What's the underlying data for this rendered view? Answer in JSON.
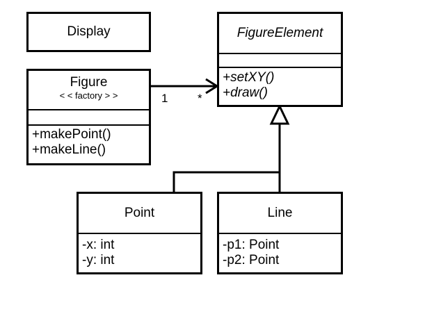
{
  "classes": {
    "display": {
      "name": "Display"
    },
    "figure_element": {
      "name": "FigureElement",
      "attributes": [],
      "operations": [
        "+setXY()",
        "+draw()"
      ]
    },
    "figure": {
      "name": "Figure",
      "stereotype": "< < factory > >",
      "attributes": [],
      "operations": [
        "+makePoint()",
        "+makeLine()"
      ]
    },
    "point": {
      "name": "Point",
      "attributes": [
        "-x: int",
        "-y: int"
      ]
    },
    "line": {
      "name": "Line",
      "attributes": [
        "-p1: Point",
        "-p2: Point"
      ]
    }
  },
  "association": {
    "source_multiplicity": "1",
    "target_multiplicity": "*"
  }
}
